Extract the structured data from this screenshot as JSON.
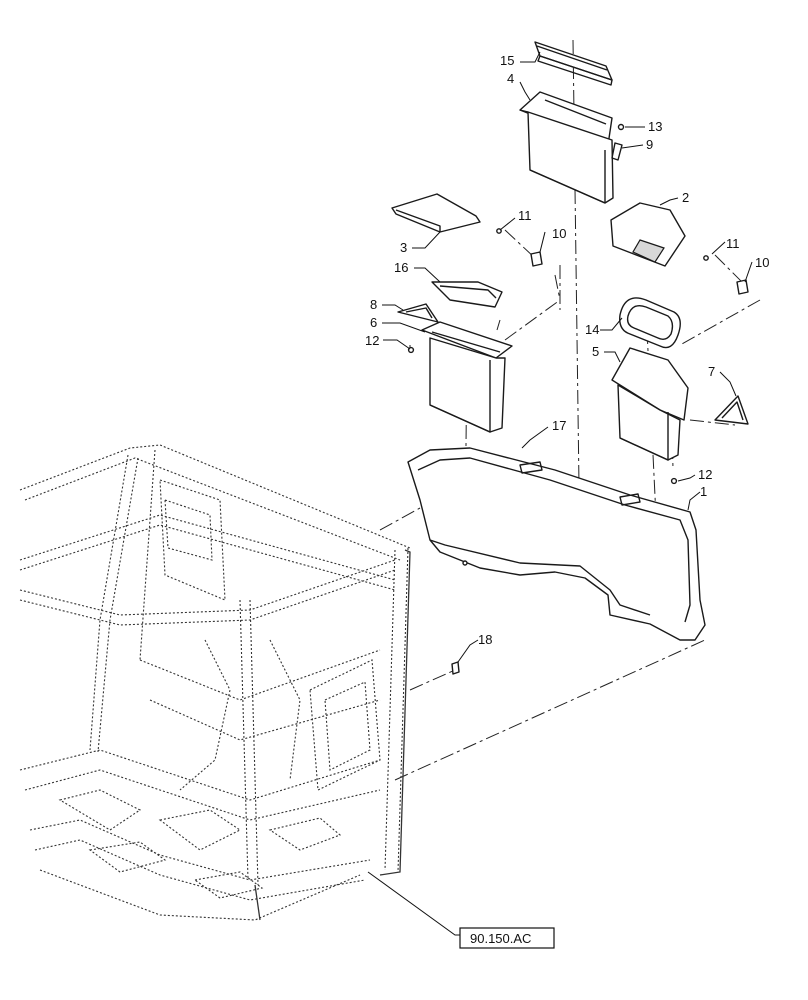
{
  "callouts": {
    "c1": "1",
    "c2": "2",
    "c3": "3",
    "c4": "4",
    "c5": "5",
    "c6": "6",
    "c7": "7",
    "c8": "8",
    "c9": "9",
    "c10a": "10",
    "c10b": "10",
    "c11a": "11",
    "c11b": "11",
    "c12a": "12",
    "c12b": "12",
    "c13": "13",
    "c14": "14",
    "c15": "15",
    "c16": "16",
    "c17": "17",
    "c18": "18"
  },
  "reference": {
    "label": "90.150.AC"
  }
}
